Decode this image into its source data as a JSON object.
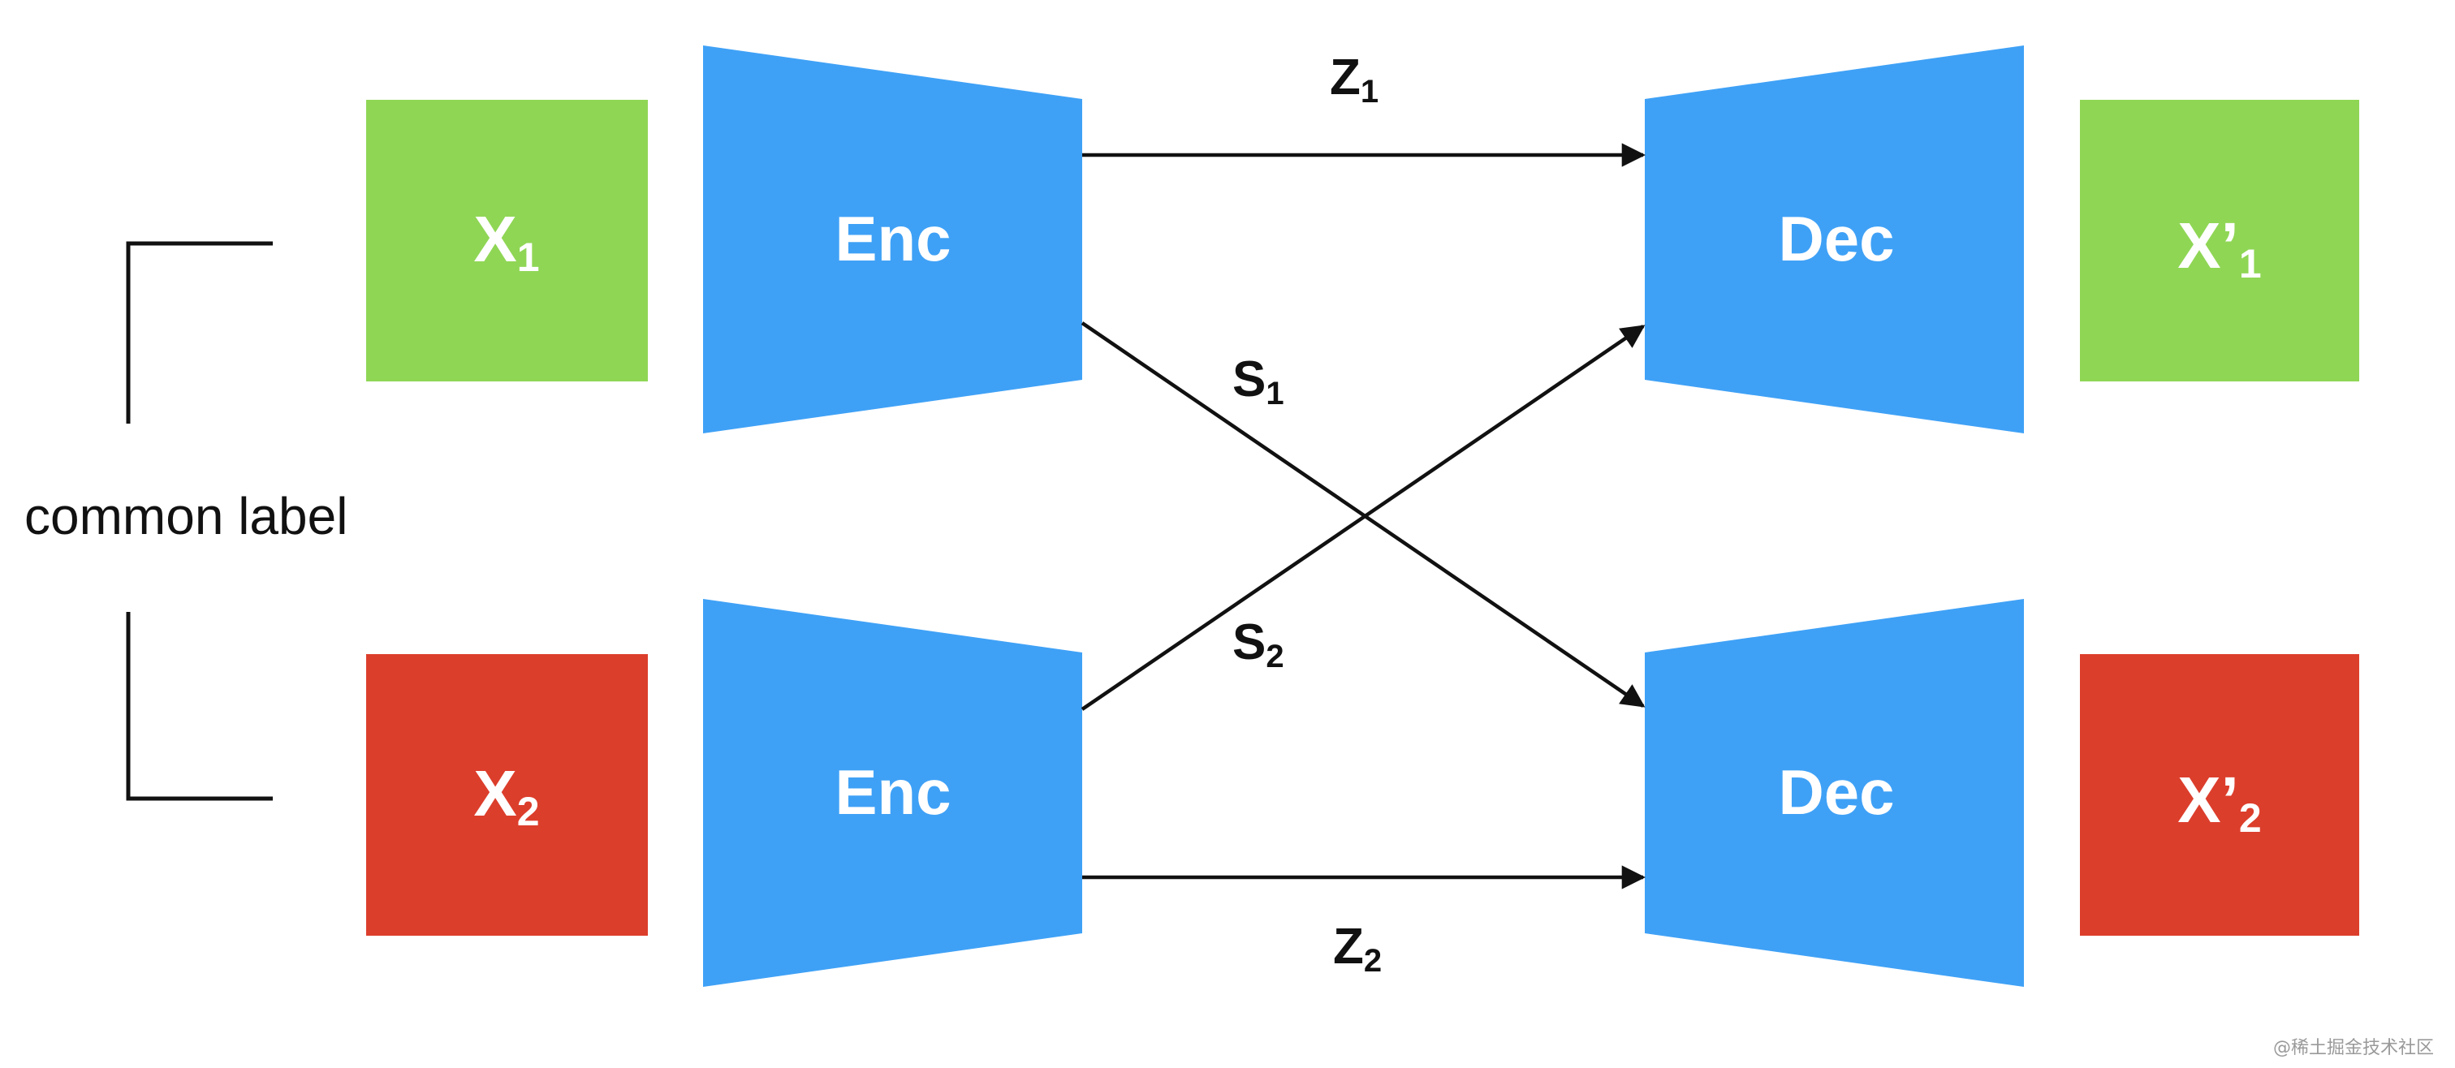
{
  "colors": {
    "encoder_decoder": "#3fa1f6",
    "input_1": "#8fd655",
    "input_2": "#dc3e2c",
    "arrow": "#111111",
    "text_light": "#ffffff",
    "text_dark": "#111111"
  },
  "side_label": {
    "text": "common label"
  },
  "inputs": [
    {
      "base": "X",
      "sub": "1"
    },
    {
      "base": "X",
      "sub": "2"
    }
  ],
  "outputs": [
    {
      "base": "X’",
      "sub": "1"
    },
    {
      "base": "X’",
      "sub": "2"
    }
  ],
  "encoders": [
    {
      "label": "Enc"
    },
    {
      "label": "Enc"
    }
  ],
  "decoders": [
    {
      "label": "Dec"
    },
    {
      "label": "Dec"
    }
  ],
  "edges": [
    {
      "base": "Z",
      "sub": "1"
    },
    {
      "base": "S",
      "sub": "1"
    },
    {
      "base": "S",
      "sub": "2"
    },
    {
      "base": "Z",
      "sub": "2"
    }
  ],
  "watermark": {
    "text": "@稀土掘金技术社区"
  }
}
